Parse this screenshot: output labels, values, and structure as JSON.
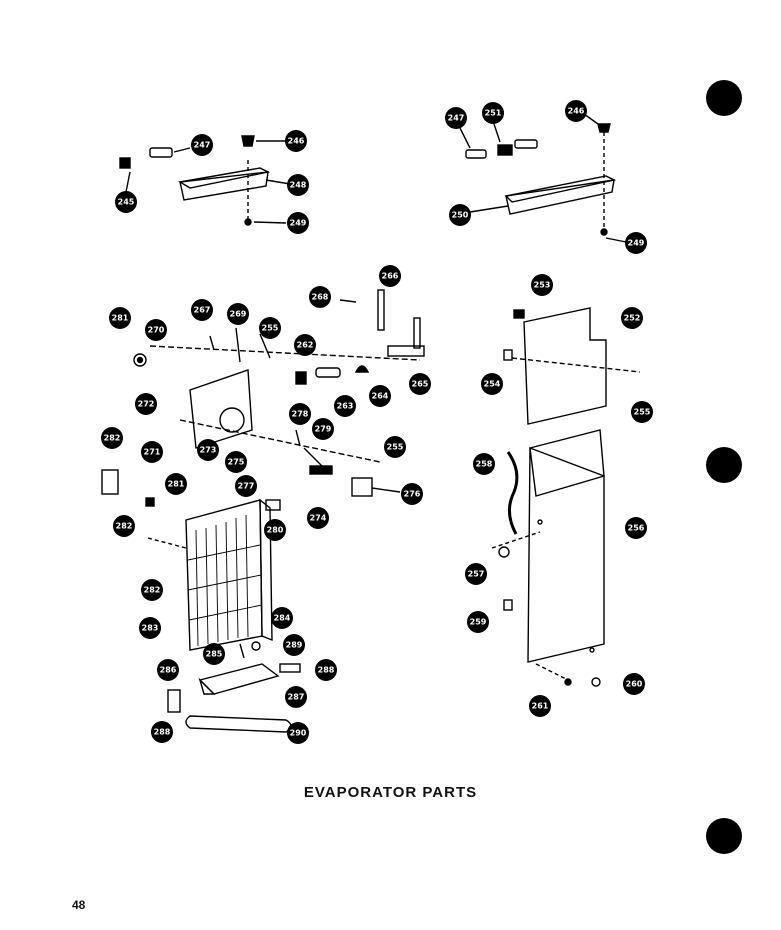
{
  "title": "EVAPORATOR PARTS",
  "page_number": "48",
  "callouts": [
    "245",
    "246",
    "247",
    "248",
    "249",
    "250",
    "251",
    "252",
    "253",
    "254",
    "255",
    "256",
    "257",
    "258",
    "259",
    "260",
    "261",
    "262",
    "263",
    "264",
    "265",
    "266",
    "267",
    "268",
    "269",
    "270",
    "271",
    "272",
    "273",
    "274",
    "275",
    "276",
    "277",
    "278",
    "279",
    "280",
    "281",
    "282",
    "283",
    "284",
    "285",
    "286",
    "287",
    "288",
    "289",
    "290"
  ],
  "colors": {
    "ink": "#000000",
    "paper": "#ffffff"
  }
}
